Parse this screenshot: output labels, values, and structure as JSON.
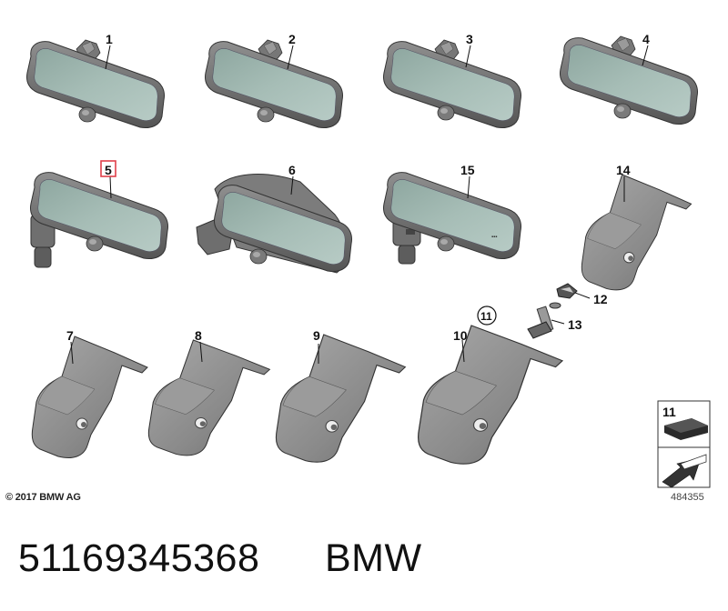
{
  "callouts": {
    "c1": "1",
    "c2": "2",
    "c3": "3",
    "c4": "4",
    "c5": "5",
    "c6": "6",
    "c15": "15",
    "c14": "14",
    "c12": "12",
    "c13": "13",
    "c11": "11",
    "c7": "7",
    "c8": "8",
    "c9": "9",
    "c10": "10"
  },
  "legend": {
    "label": "11"
  },
  "highlight_color": "#e0404a",
  "copyright": "© 2017 BMW AG",
  "diagram_id": "484355",
  "part_number": "51169345368",
  "brand": "BMW"
}
